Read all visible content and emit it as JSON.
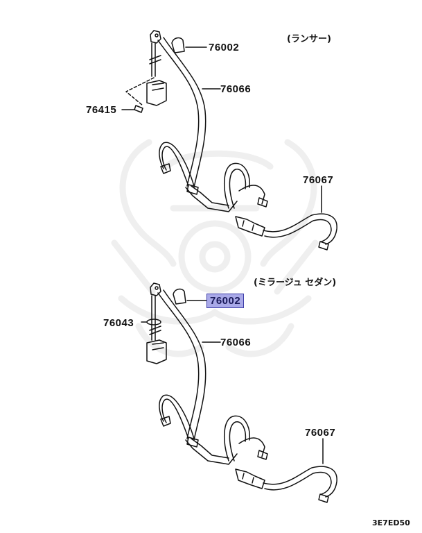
{
  "diagram": {
    "type": "parts-exploded-view",
    "subject": "Rear seat belt assembly",
    "diagram_code": "3E7ED50",
    "watermark": "samurai-helmet-logo",
    "colors": {
      "line": "#111111",
      "watermark": "#efefef",
      "highlight_fill": "#a9a9e8",
      "highlight_border": "#3a3aa6"
    }
  },
  "sections": [
    {
      "variant_label": "(ランサー)",
      "callouts": [
        {
          "part_no": "76002",
          "highlighted": false
        },
        {
          "part_no": "76066",
          "highlighted": false
        },
        {
          "part_no": "76415",
          "highlighted": false
        },
        {
          "part_no": "76067",
          "highlighted": false
        }
      ]
    },
    {
      "variant_label": "(ミラージュ セダン)",
      "callouts": [
        {
          "part_no": "76002",
          "highlighted": true
        },
        {
          "part_no": "76043",
          "highlighted": false
        },
        {
          "part_no": "76066",
          "highlighted": false
        },
        {
          "part_no": "76067",
          "highlighted": false
        }
      ]
    }
  ]
}
